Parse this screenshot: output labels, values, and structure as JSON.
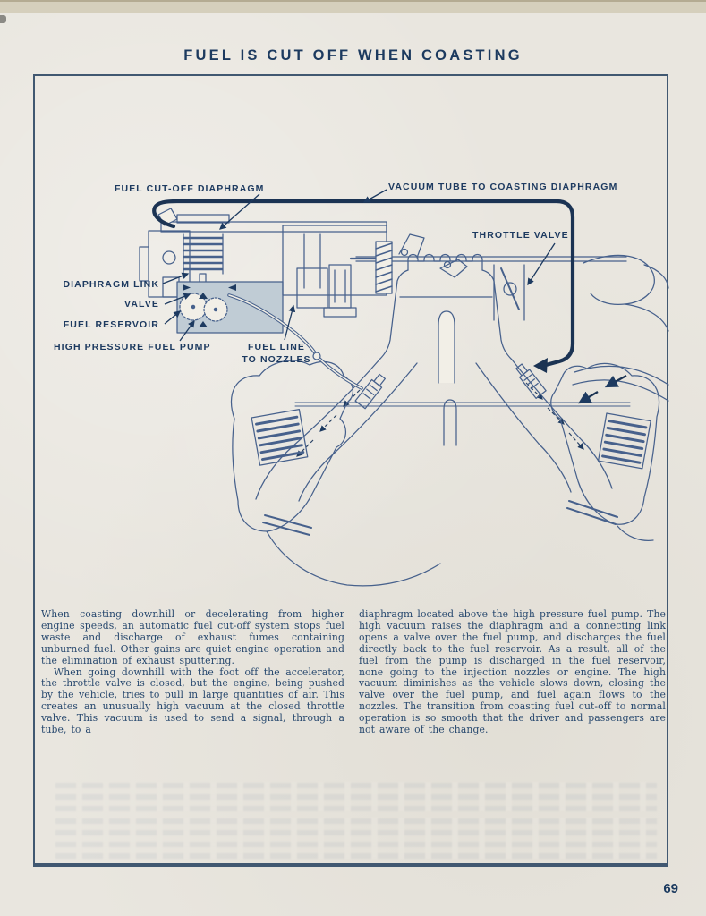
{
  "page": {
    "title": "FUEL IS CUT OFF WHEN COASTING",
    "page_number": "69"
  },
  "colors": {
    "paper": "#e9e6df",
    "ink": "#1d3a60",
    "drawing_line": "#47618c",
    "vacuum_tube": "#1b3353",
    "reservoir_shade": "#c0ccd5"
  },
  "diagram": {
    "labels": {
      "fuel_cutoff_diaphragm": "FUEL CUT-OFF DIAPHRAGM",
      "vacuum_tube": "VACUUM TUBE TO COASTING DIAPHRAGM",
      "throttle_valve": "THROTTLE VALVE",
      "diaphragm_link": "DIAPHRAGM LINK",
      "valve": "VALVE",
      "fuel_reservoir": "FUEL RESERVOIR",
      "high_pressure_fuel_pump": "HIGH PRESSURE FUEL PUMP",
      "fuel_line_1": "FUEL LINE",
      "fuel_line_2": "TO NOZZLES"
    }
  },
  "body": {
    "left_column": {
      "para1": "When coasting downhill or decelerating from higher engine speeds, an automatic fuel cut-off system stops fuel waste and discharge of exhaust fumes containing unburned fuel.  Other gains are quiet engine operation and the elimination of exhaust sputtering.",
      "para2": "When going downhill with the foot off the accelerator, the throttle valve is closed, but the engine, being pushed by the vehicle, tries to pull in large quantities of air.  This creates an unusually high vacuum at the closed throttle valve.  This vacuum is used to send a signal, through a tube, to a"
    },
    "right_column": {
      "para1": "diaphragm located above the high pressure fuel pump.  The high vacuum raises the diaphragm and a connecting link opens a valve over the fuel pump, and discharges the fuel directly back to the fuel reservoir.  As a result, all of the fuel from the pump is discharged in the fuel reservoir, none going to the injection nozzles or engine.  The high vacuum diminishes as the vehicle slows down, closing the valve over the fuel pump, and fuel again flows to the nozzles.  The transition from coasting fuel cut-off to normal operation is so smooth that the driver and passengers are not aware of the change."
    }
  }
}
